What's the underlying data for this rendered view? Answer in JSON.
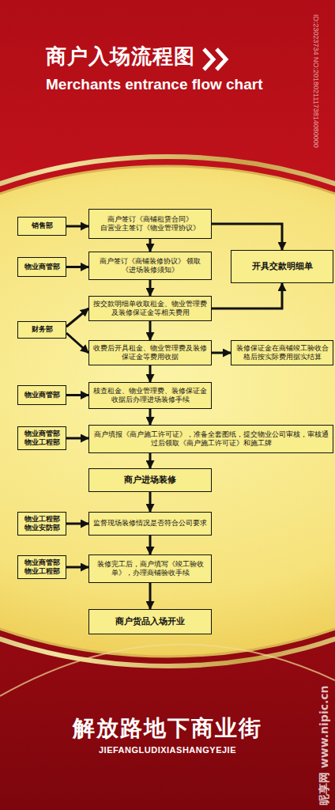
{
  "diagram": {
    "title": "商户入场流程图",
    "nodes": [
      {
        "text": [
          "销售部"
        ]
      },
      {
        "text": [
          "商户签订《商铺租赁合同》 自营业主签订《物业管理协议》"
        ]
      },
      {
        "text": [
          "物业商管部"
        ]
      },
      {
        "text": [
          "商户签订《商铺装修协议》 领取《进场装修须知》"
        ]
      },
      {
        "text": [
          "开具交款明细单"
        ]
      },
      {
        "text": [
          "按交款明细单收取租金、物业管理费及装修保证金等相关费用"
        ]
      },
      {
        "text": [
          "财务部"
        ]
      },
      {
        "text": [
          "收费后开具租金、物业管理费及装修保证金等费用收据"
        ]
      },
      {
        "text": [
          "装修保证金在商铺竣工验收合格后按实际费用据实结算"
        ]
      },
      {
        "text": [
          "物业商管部"
        ]
      },
      {
        "text": [
          "核查租金、物业管理费、装修保证金收据后办理进场装修手续"
        ]
      },
      {
        "text": [
          "物业商管部 物业工程部"
        ]
      },
      {
        "text": [
          "商户填报《商户施工许可证》，准备全套图纸，提交物业公司审核，审核通过后领取《商户施工许可证》和施工牌"
        ]
      },
      {
        "text": [
          "商户进场装修"
        ]
      },
      {
        "text": [
          "物业工程部 物业安防部"
        ]
      },
      {
        "text": [
          "监督现场装修情况是否符合公司要求"
        ]
      },
      {
        "text": [
          "物业商管部 物业工程部"
        ]
      },
      {
        "text": [
          "装修完工后，商户填写《竣工验收单》，办理商铺验收手续"
        ]
      },
      {
        "text": [
          "商户货品入场开业"
        ]
      }
    ],
    "edges": [
      {
        "from": 0,
        "to": 1,
        "arrow": "to"
      },
      {
        "from": 1,
        "to": 4,
        "arrow": "to"
      },
      {
        "from": 1,
        "to": 3,
        "arrow": "to"
      },
      {
        "from": 2,
        "to": 3,
        "arrow": "to"
      },
      {
        "from": 3,
        "to": 5,
        "arrow": "to"
      },
      {
        "from": 5,
        "to": 4,
        "arrow": "to"
      },
      {
        "from": 6,
        "to": 5,
        "arrow": "to"
      },
      {
        "from": 6,
        "to": 7,
        "arrow": "to"
      },
      {
        "from": 5,
        "to": 7,
        "arrow": "to"
      },
      {
        "from": 7,
        "to": 8,
        "arrow": "to"
      },
      {
        "from": 7,
        "to": 10,
        "arrow": "to"
      },
      {
        "from": 9,
        "to": 10,
        "arrow": "to"
      },
      {
        "from": 10,
        "to": 12,
        "arrow": "to"
      },
      {
        "from": 11,
        "to": 12,
        "arrow": "to"
      },
      {
        "from": 12,
        "to": 13,
        "arrow": "to"
      },
      {
        "from": 13,
        "to": 15,
        "arrow": "to"
      },
      {
        "from": 14,
        "to": 15,
        "arrow": "to"
      },
      {
        "from": 15,
        "to": 17,
        "arrow": "to"
      },
      {
        "from": 16,
        "to": 17,
        "arrow": "to"
      },
      {
        "from": 17,
        "to": 18,
        "arrow": "to"
      }
    ],
    "labels": [
      "Merchants entrance flow chart",
      "解放路地下商业街",
      "JIEFANGLUDIXIASHANGYEJIE",
      "ID:23023734 NO:20180211173814080000",
      "昵享网 www.nipic.cn"
    ]
  }
}
